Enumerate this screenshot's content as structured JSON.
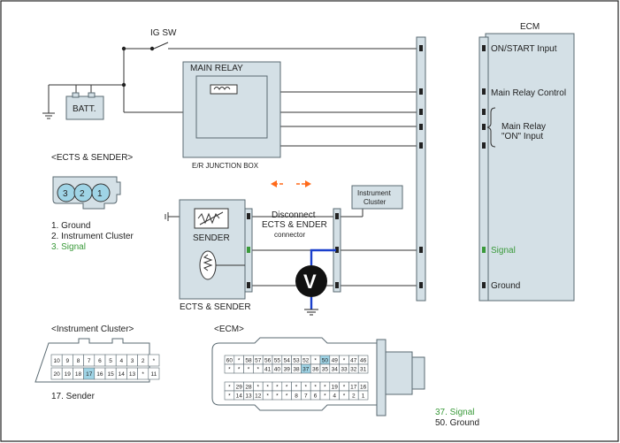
{
  "colors": {
    "box_fill": "#d4e0e6",
    "box_stroke": "#5a6a72",
    "wire": "#333333",
    "signal_green": "#3a9a3a",
    "probe_blue": "#1a3fcc",
    "arrow_orange": "#ff6a1a",
    "pin_highlight": "#9fd4e6"
  },
  "labels": {
    "ig_sw": "IG SW",
    "batt": "BATT.",
    "main_relay": "MAIN RELAY",
    "junction_box": "E/R JUNCTION BOX",
    "ecm_title": "ECM",
    "on_start_input": "ON/START Input",
    "main_relay_control": "Main Relay Control",
    "main_relay_on_input_1": "Main Relay",
    "main_relay_on_input_2": "\"ON\" Input",
    "signal": "Signal",
    "ground": "Ground",
    "instrument_cluster_1": "Instrument",
    "instrument_cluster_2": "Cluster",
    "disconnect_1": "Disconnect",
    "disconnect_2": "ECTS & ENDER",
    "disconnect_3": "connector",
    "sender": "SENDER",
    "ects_sender_block": "ECTS & SENDER",
    "voltmeter": "V"
  },
  "ects_connector": {
    "title": "<ECTS & SENDER>",
    "pins": [
      "3",
      "2",
      "1"
    ],
    "legend": [
      "1. Ground",
      "2. Instrument Cluster",
      "3. Signal"
    ]
  },
  "cluster_connector": {
    "title": "<Instrument Cluster>",
    "row1": [
      "10",
      "9",
      "8",
      "7",
      "6",
      "5",
      "4",
      "3",
      "2",
      "*"
    ],
    "row2": [
      "20",
      "19",
      "18",
      "17",
      "16",
      "15",
      "14",
      "13",
      "*",
      "11"
    ],
    "note": "17. Sender"
  },
  "ecm_connector": {
    "title": "<ECM>",
    "row1": [
      "60",
      "*",
      "58",
      "57",
      "56",
      "55",
      "54",
      "53",
      "52",
      "*",
      "50",
      "49",
      "*",
      "47",
      "46"
    ],
    "row2": [
      "*",
      "*",
      "*",
      "*",
      "41",
      "40",
      "39",
      "38",
      "37",
      "36",
      "35",
      "34",
      "33",
      "32",
      "31"
    ],
    "row3": [
      "*",
      "29",
      "28",
      "*",
      "*",
      "*",
      "*",
      "*",
      "*",
      "*",
      "*",
      "19",
      "*",
      "17",
      "16"
    ],
    "row4": [
      "*",
      "14",
      "13",
      "12",
      "*",
      "*",
      "*",
      "8",
      "7",
      "6",
      "*",
      "4",
      "*",
      "2",
      "1"
    ],
    "notes": [
      "37. Signal",
      "50. Ground"
    ]
  }
}
